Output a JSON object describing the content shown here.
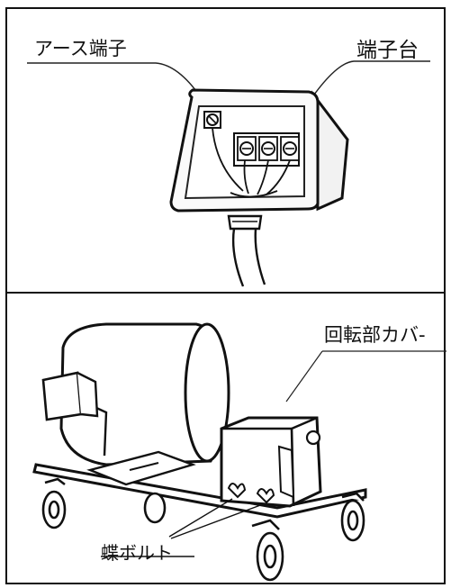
{
  "top_panel": {
    "labels": {
      "earth_terminal": "アース端子",
      "terminal_block": "端子台"
    }
  },
  "bottom_panel": {
    "labels": {
      "rotating_cover": "回転部カバ-",
      "wing_bolt": "蝶ボルト"
    }
  }
}
